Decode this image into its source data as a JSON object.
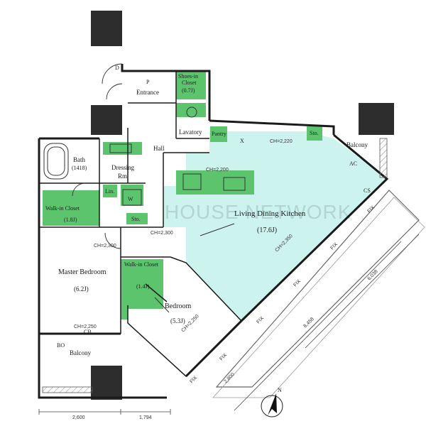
{
  "rooms": {
    "entrance": "Entrance",
    "shoes_in_closet": "Shoes-in",
    "shoes_in_closet_2": "Closet",
    "shoes_area": "(0.7J)",
    "lavatory": "Lavatory",
    "pantry": "Pantry",
    "hall": "Hall",
    "bath": "Bath",
    "bath_area": "(1418)",
    "dressing": "Dressing",
    "dressing_2": "Rm.",
    "lin": "Lin.",
    "w": "W",
    "sto_center": "Sto.",
    "sto_top": "Sto.",
    "walkin_left": "Walk-in Closet",
    "walkin_left_area": "(1.8J)",
    "walkin_mid": "Walk-in Closet",
    "walkin_mid_area": "(1.4J)",
    "master_bedroom": "Master Bedroom",
    "master_area": "(6.2J)",
    "bedroom": "Bedroom",
    "bedroom_area": "(5.3J)",
    "ldk": "Living Dining Kitchen",
    "ldk_area": "(17.6J)",
    "balcony_right": "Balcony",
    "balcony_bottom": "Balcony",
    "cb": "CB",
    "bo": "BO",
    "cs": "CS",
    "x": "X",
    "p": "P",
    "d": "D",
    "ac": "AC"
  },
  "ceiling_heights": {
    "ch_top": "CH=2,220",
    "ch_kitchen": "CH=2,200",
    "ch_hall": "CH=2,300",
    "ch_master": "CH=2,300",
    "ch_ldk": "CH=2,350",
    "ch_bedroom": "CH=2,250",
    "ch_bottom": "CH=2,250"
  },
  "dimensions": {
    "d1": "2,600",
    "d2": "1,794",
    "d3": "2,800",
    "d4": "8,458",
    "d5": "6,038"
  },
  "watermark": "HOUSE NETWORK",
  "compass": "N",
  "fix_label": "FIX",
  "colors": {
    "green": "#5dc46e",
    "cyan": "#cdf3ee",
    "wall": "#1a1a1a",
    "pillar": "#2d2d2d"
  }
}
